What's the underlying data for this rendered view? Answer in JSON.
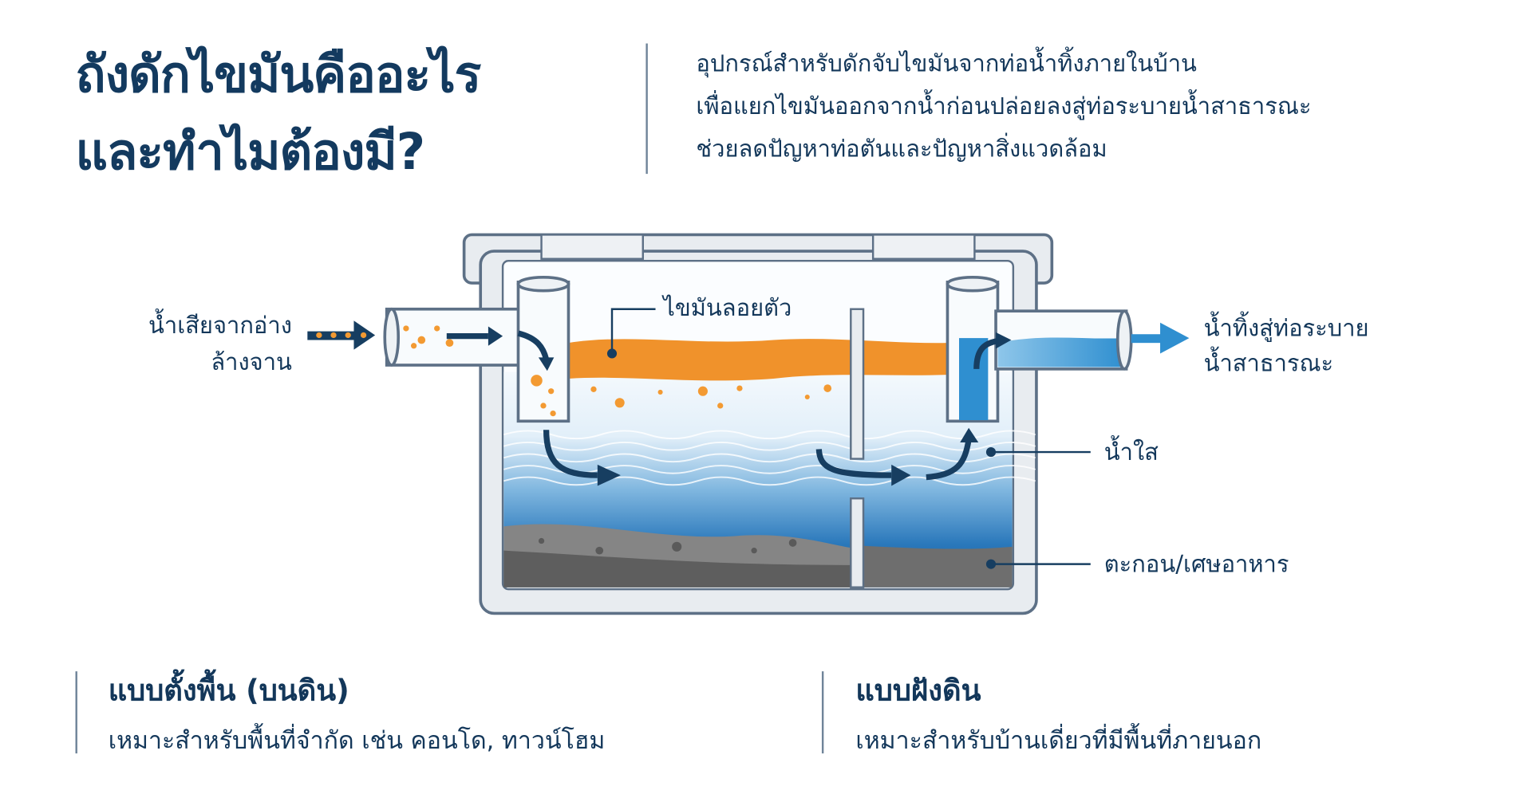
{
  "title": {
    "line1": "ถังดักไขมันคืออะไร",
    "line2": "และทำไมต้องมี?"
  },
  "intro": {
    "line1": "อุปกรณ์สำหรับดักจับไขมันจากท่อน้ำทิ้งภายในบ้าน",
    "line2": "เพื่อแยกไขมันออกจากน้ำก่อนปล่อยลงสู่ท่อระบายน้ำสาธารณะ",
    "line3": "ช่วยลดปัญหาท่อตันและปัญหาสิ่งแวดล้อม"
  },
  "diagram": {
    "inlet_label": {
      "line1": "น้ำเสียจากอ่าง",
      "line2": "ล้างจาน"
    },
    "fat_label": "ไขมันลอยตัว",
    "outlet_label": {
      "line1": "น้ำทิ้งสู่ท่อระบาย",
      "line2": "น้ำสาธารณะ"
    },
    "clear_water_label": "น้ำใส",
    "sediment_label": "ตะกอน/เศษอาหาร",
    "colors": {
      "fat": "#f0922b",
      "water_deep": "#1a63a6",
      "water_light": "#cfe6f5",
      "sediment": "#6b6b6b",
      "arrow": "#173e61",
      "outlet_arrow": "#2f8fd0"
    }
  },
  "types": [
    {
      "heading": "แบบตั้งพื้น (บนดิน)",
      "desc": "เหมาะสำหรับพื้นที่จำกัด เช่น คอนโด, ทาวน์โฮม"
    },
    {
      "heading": "แบบฝังดิน",
      "desc": "เหมาะสำหรับบ้านเดี่ยวที่มีพื้นที่ภายนอก"
    }
  ]
}
